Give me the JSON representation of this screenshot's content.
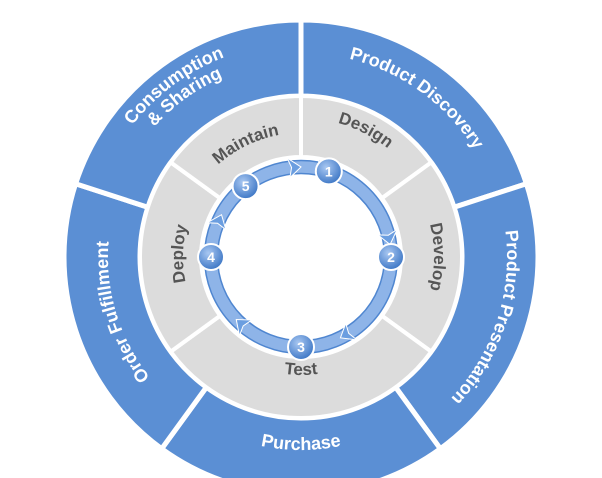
{
  "outer_segments": [
    {
      "id": "product-discovery",
      "label": "Product Discovery"
    },
    {
      "id": "product-presentation",
      "label": "Product Presentation"
    },
    {
      "id": "purchase",
      "label": "Purchase"
    },
    {
      "id": "order-fulfillment",
      "label": "Order Fulfillment"
    },
    {
      "id": "consumption-sharing",
      "label_lines": [
        "Consumption",
        "& Sharing"
      ]
    }
  ],
  "inner_segments": [
    {
      "id": "design",
      "label": "Design"
    },
    {
      "id": "develop",
      "label": "Develop"
    },
    {
      "id": "test",
      "label": "Test"
    },
    {
      "id": "deploy",
      "label": "Deploy"
    },
    {
      "id": "maintain",
      "label": "Maintain"
    }
  ],
  "cycle_steps": [
    "1",
    "2",
    "3",
    "4",
    "5"
  ],
  "colors": {
    "outer_fill": "#5b8fd4",
    "inner_fill": "#dcdcdc",
    "cycle_fill": "#8eb4e8",
    "badge_fill": "#4f86d0"
  }
}
